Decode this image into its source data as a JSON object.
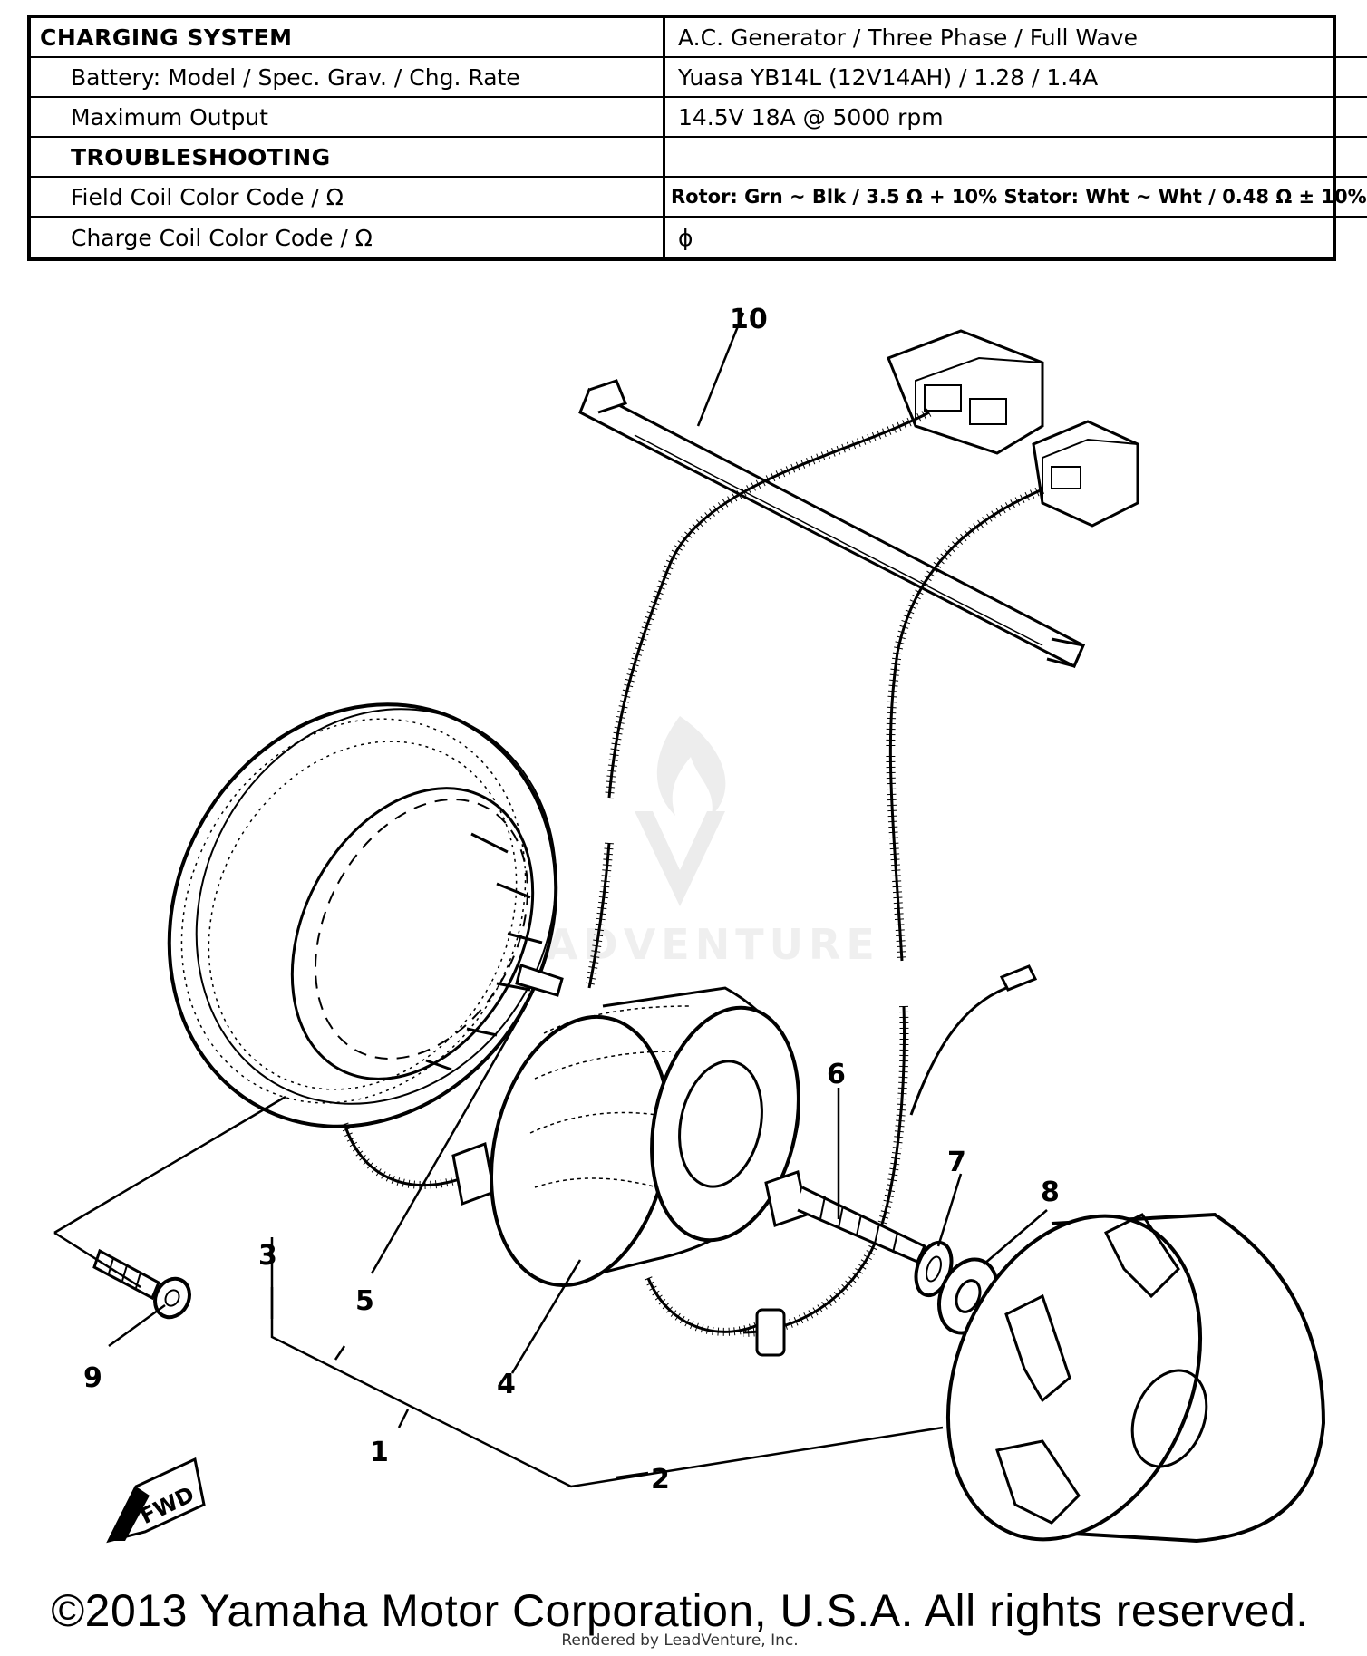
{
  "spec_table": {
    "rows": [
      {
        "label": "CHARGING SYSTEM",
        "value": "A.C. Generator / Three Phase / Full Wave"
      },
      {
        "label": "Battery: Model / Spec. Grav. / Chg. Rate",
        "value": "Yuasa YB14L (12V14AH) / 1.28 / 1.4A"
      },
      {
        "label": "Maximum Output",
        "value": "14.5V 18A @ 5000 rpm"
      },
      {
        "label": "TROUBLESHOOTING",
        "value": ""
      },
      {
        "label": "Field Coil Color Code / Ω",
        "value": "Rotor: Grn ~ Blk / 3.5 Ω + 10%   Stator: Wht ~ Wht / 0.48 Ω ± 10%"
      },
      {
        "label": "Charge Coil Color Code / Ω",
        "value": "ϕ"
      }
    ]
  },
  "diagram": {
    "callouts": [
      "1",
      "2",
      "3",
      "4",
      "5",
      "6",
      "7",
      "8",
      "9",
      "10"
    ],
    "fwd_label": "FWD"
  },
  "watermark": {
    "text": "LEADVENTURE"
  },
  "footer": {
    "copyright": "©2013 Yamaha Motor Corporation, U.S.A. All rights reserved.",
    "rendered_by": "Rendered by LeadVenture, Inc."
  }
}
